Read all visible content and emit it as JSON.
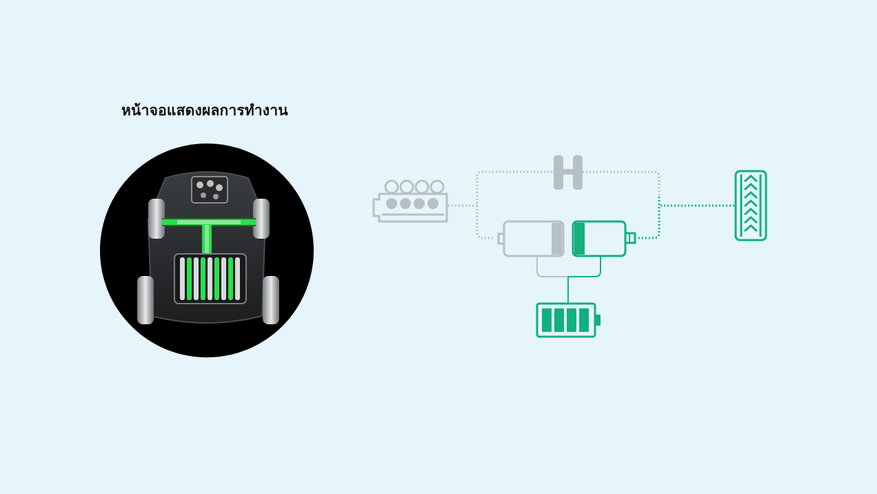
{
  "page": {
    "title": "หน้าจอแสดงผลการทำงาน",
    "background": "#e6f4fc"
  },
  "display": {
    "icon": "car-chassis-icon",
    "highlight_color": "#28e04a",
    "background_color": "#000000"
  },
  "diagram": {
    "active_color": "#12b07e",
    "inactive_color": "#b7c0c7",
    "components": [
      {
        "name": "engine",
        "icon": "engine-icon",
        "active": false
      },
      {
        "name": "clutch",
        "icon": "clutch-icon",
        "active": false
      },
      {
        "name": "generator",
        "icon": "generator-motor-icon",
        "active": false
      },
      {
        "name": "drive-motor",
        "icon": "drive-motor-icon",
        "active": true
      },
      {
        "name": "battery",
        "icon": "battery-icon",
        "active": true,
        "bars": 4
      },
      {
        "name": "wheel",
        "icon": "wheel-tire-icon",
        "active": true
      }
    ]
  }
}
